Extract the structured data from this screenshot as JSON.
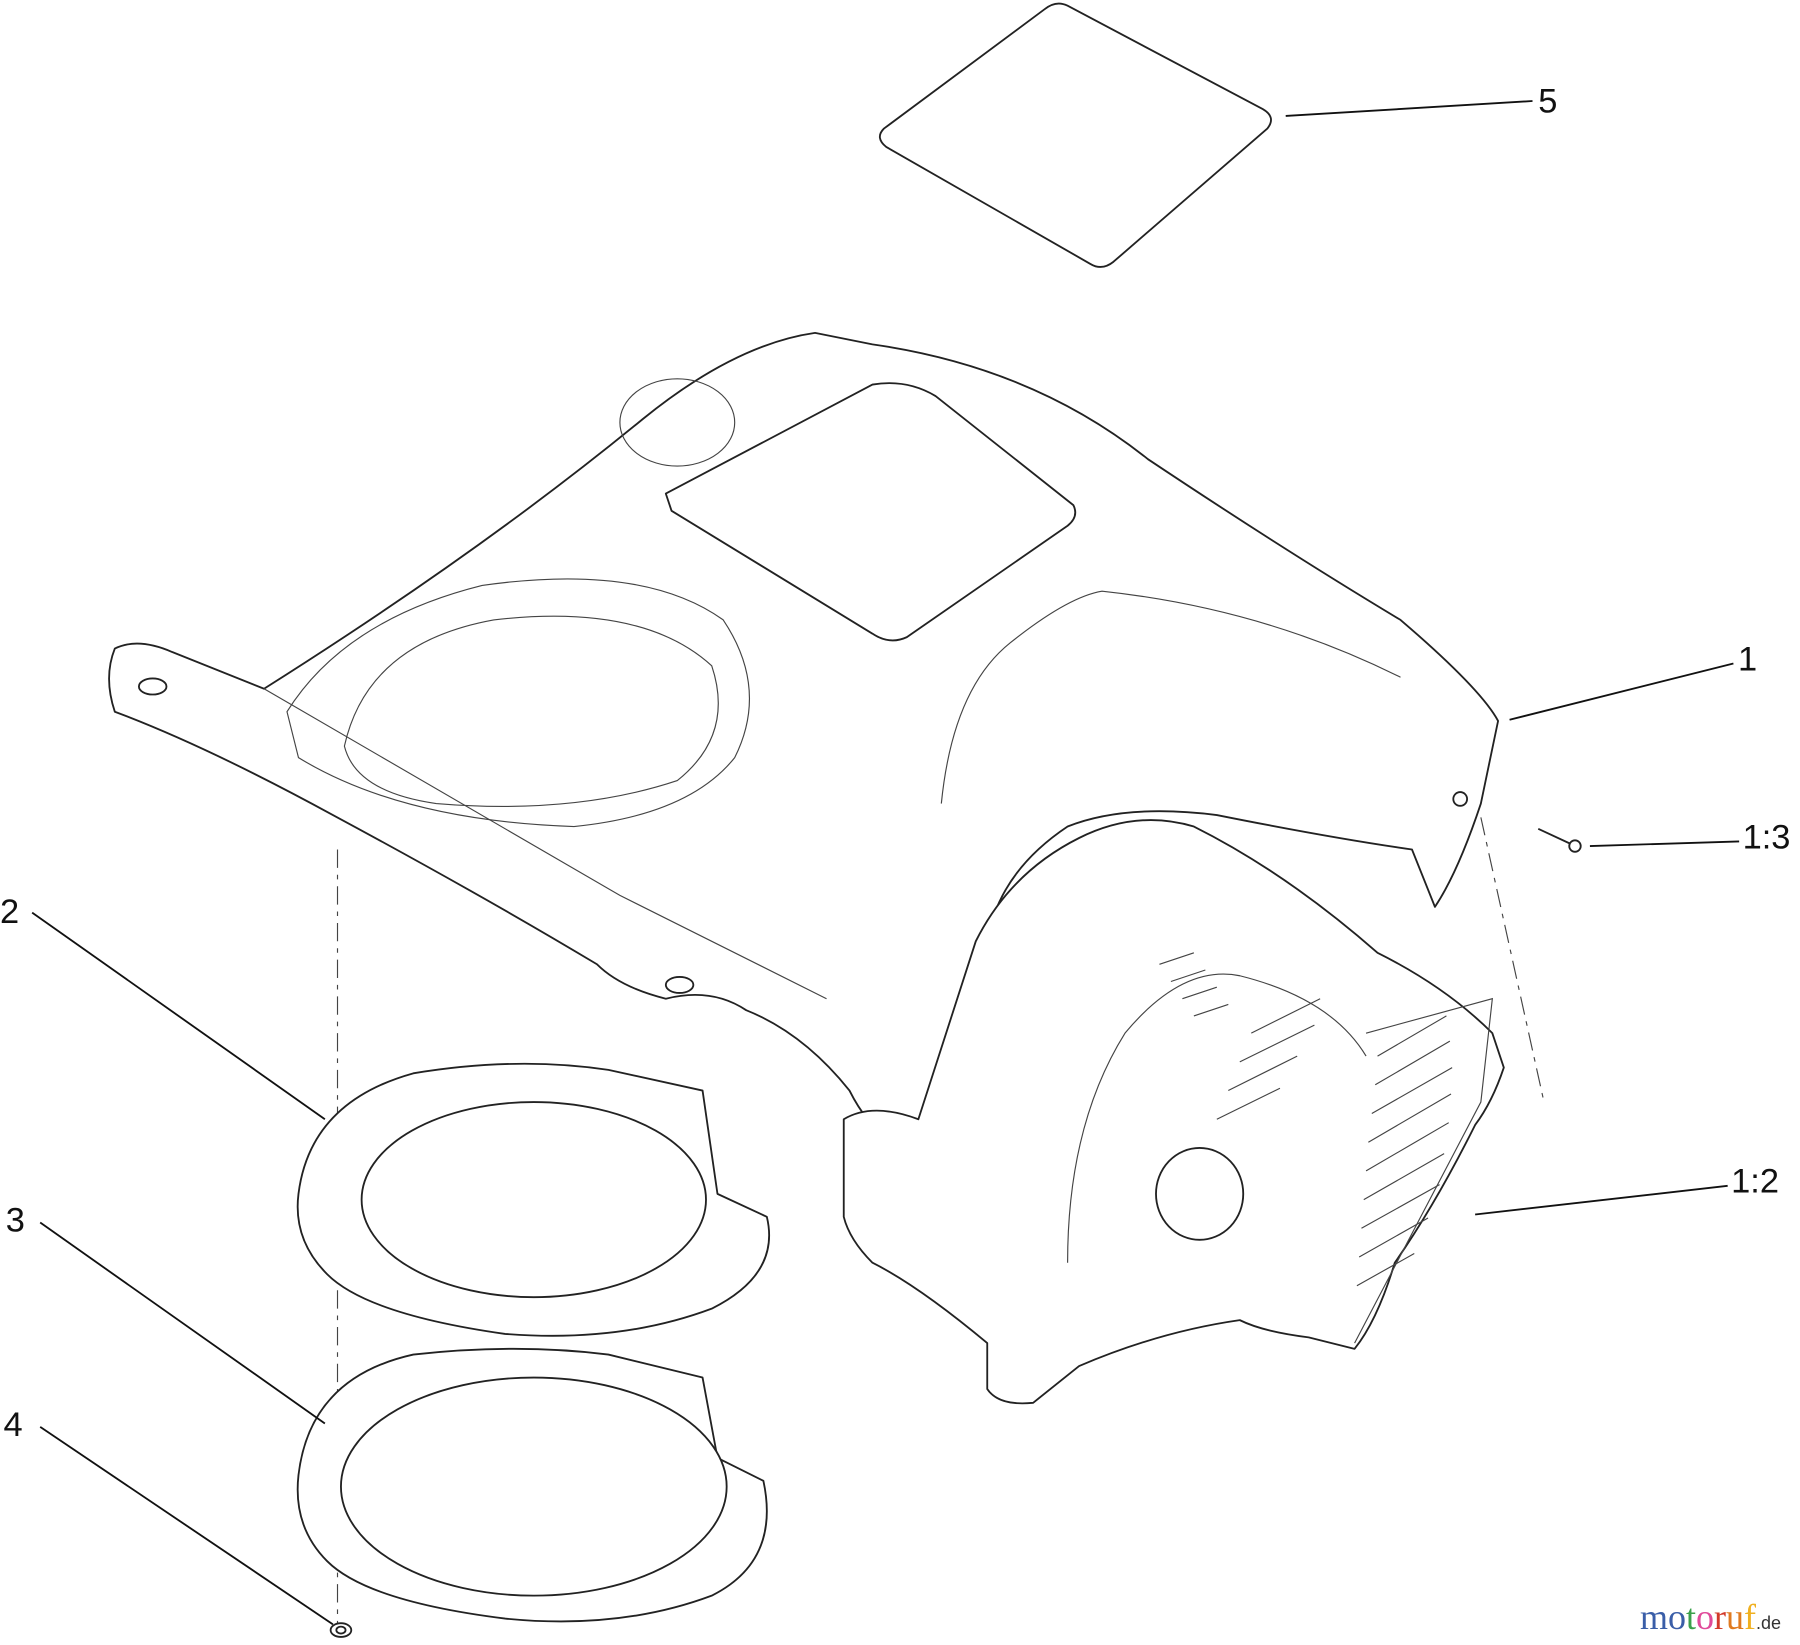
{
  "callouts": {
    "c5": "5",
    "c1": "1",
    "c1_3": "1:3",
    "c1_2": "1:2",
    "c2": "2",
    "c3": "3",
    "c4": "4"
  },
  "watermark": {
    "text": "motoruf",
    "suffix": ".de",
    "colors": [
      "#3a5ea8",
      "#3a5ea8",
      "#3aa04a",
      "#e04a9a",
      "#d23a2a",
      "#e07a20",
      "#f0b020"
    ]
  }
}
